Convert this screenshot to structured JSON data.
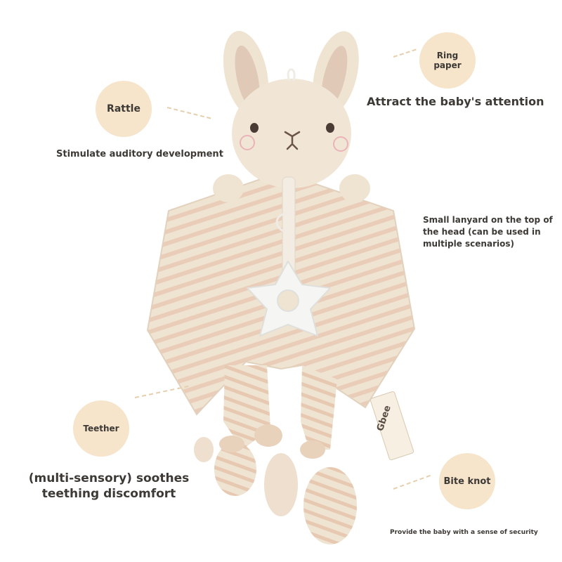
{
  "callouts": {
    "ring_paper": "Ring\npaper",
    "rattle": "Rattle",
    "teether": "Teether",
    "bite_knot": "Bite knot"
  },
  "texts": {
    "attention": "Attract the baby's attention",
    "auditory": "Stimulate auditory development",
    "lanyard": "Small lanyard on the top of the head (can be used in multiple scenarios)",
    "soothes": "(multi-sensory) soothes teething discomfort",
    "security": "Provide the baby with a sense of security"
  },
  "brand_tag": "Gbee",
  "colors": {
    "callout_circle": "#f6e4cb",
    "plush_base": "#efe3d2",
    "stripe": "#e9cdb8",
    "teether": "#f4f4f2"
  }
}
